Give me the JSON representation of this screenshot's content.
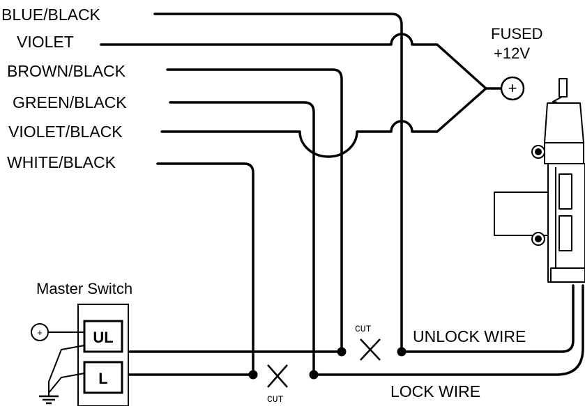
{
  "wire_labels": {
    "blue_black": "BLUE/BLACK",
    "violet": "VIOLET",
    "brown_black": "BROWN/BLACK",
    "green_black": "GREEN/BLACK",
    "violet_black": "VIOLET/BLACK",
    "white_black": "WHITE/BLACK"
  },
  "power": {
    "line1": "FUSED",
    "line2": "+12V",
    "symbol": "+"
  },
  "master_switch": {
    "title": "Master Switch",
    "unlock_key": "UL",
    "lock_key": "L",
    "supply_symbol": "+"
  },
  "cut_marks": {
    "upper": "CUT",
    "lower": "CUT"
  },
  "output_labels": {
    "unlock": "UNLOCK WIRE",
    "lock": "LOCK WIRE"
  },
  "icons": {
    "plus": "plus-circle-icon",
    "ground": "ground-icon",
    "actuator": "door-lock-actuator-icon",
    "cut": "x-cut-icon"
  },
  "colors": {
    "ink": "#000000",
    "background": "#ffffff"
  }
}
